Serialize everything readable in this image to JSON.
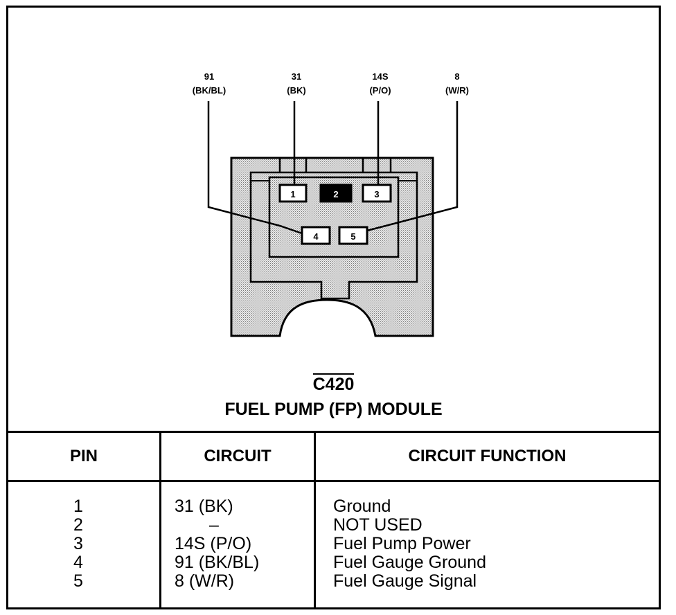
{
  "wires": [
    {
      "circuit": "91",
      "color": "(BK/BL)"
    },
    {
      "circuit": "31",
      "color": "(BK)"
    },
    {
      "circuit": "14S",
      "color": "(P/O)"
    },
    {
      "circuit": "8",
      "color": "(W/R)"
    }
  ],
  "cavities": [
    "1",
    "2",
    "3",
    "4",
    "5"
  ],
  "connector": {
    "id": "C420",
    "name": "FUEL PUMP (FP) MODULE"
  },
  "table": {
    "headers": [
      "PIN",
      "CIRCUIT",
      "CIRCUIT FUNCTION"
    ],
    "rows": [
      {
        "pin": "1",
        "circuit": "31 (BK)",
        "function": "Ground"
      },
      {
        "pin": "2",
        "circuit": "–",
        "function": "NOT USED"
      },
      {
        "pin": "3",
        "circuit": "14S (P/O)",
        "function": "Fuel Pump Power"
      },
      {
        "pin": "4",
        "circuit": "91 (BK/BL)",
        "function": "Fuel Gauge Ground"
      },
      {
        "pin": "5",
        "circuit": "8 (W/R)",
        "function": "Fuel Gauge Signal"
      }
    ]
  },
  "colors": {
    "housing_fill": "#d9d9d9",
    "ink": "#000000",
    "background": "#ffffff"
  }
}
